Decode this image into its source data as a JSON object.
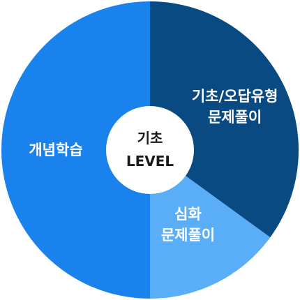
{
  "chart_data": {
    "type": "pie",
    "center_label": {
      "line1": "기초",
      "line2": "LEVEL"
    },
    "segments": [
      {
        "label_lines": [
          "기초/오답유형",
          "문제풀이"
        ],
        "percent": 35,
        "color": "#0a4a82"
      },
      {
        "label_lines": [
          "심화",
          "문제풀이"
        ],
        "percent": 15,
        "color": "#5aaef8"
      },
      {
        "label_lines": [
          "개념학습"
        ],
        "percent": 50,
        "color": "#1a82ec"
      }
    ]
  }
}
